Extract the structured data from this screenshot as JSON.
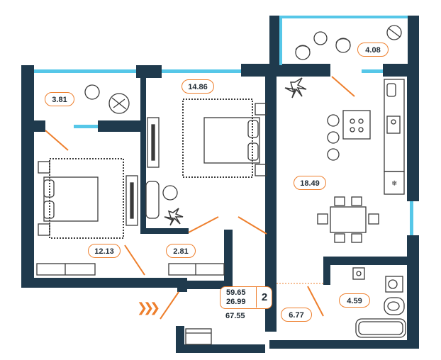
{
  "rooms": [
    {
      "id": "balcony-left",
      "area": "3.81"
    },
    {
      "id": "bedroom-2",
      "area": "14.86"
    },
    {
      "id": "loggia-right",
      "area": "4.08"
    },
    {
      "id": "kitchen-living",
      "area": "18.49"
    },
    {
      "id": "bedroom-1",
      "area": "12.13"
    },
    {
      "id": "wardrobe",
      "area": "2.81"
    },
    {
      "id": "bathroom",
      "area": "4.59"
    },
    {
      "id": "hallway",
      "area": "6.77"
    }
  ],
  "summary": {
    "area_a": "59.65",
    "area_b": "26.99",
    "rooms": "2",
    "total": "67.55"
  },
  "entry_marker": "❯❯❯",
  "colors": {
    "wall": "#1f3a4d",
    "window": "#56c7e8",
    "accent": "#ee7f2d",
    "furniture": "#3a3a3a"
  }
}
